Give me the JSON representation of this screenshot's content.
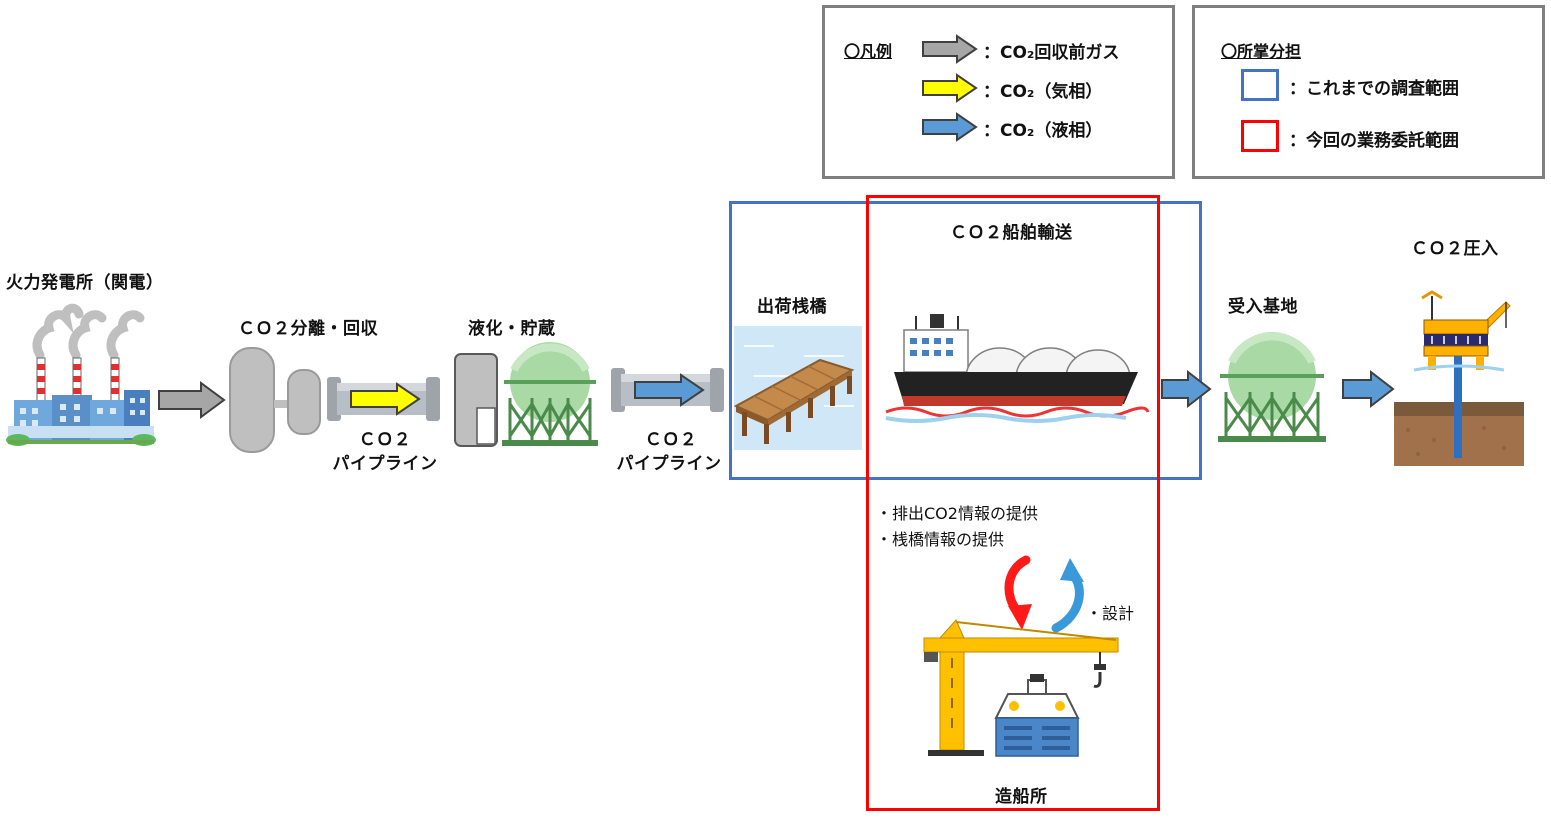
{
  "legend": {
    "header": "〇凡例",
    "items": [
      {
        "label": "：CO₂回収前ガス",
        "color": "#a6a6a6"
      },
      {
        "label": "：CO₂（気相）",
        "color": "#ffff00"
      },
      {
        "label": "：CO₂（液相）",
        "color": "#5b9bd5"
      }
    ]
  },
  "responsibility": {
    "header": "〇所掌分担",
    "items": [
      {
        "label": "：これまでの調査範囲",
        "color": "#4472c4"
      },
      {
        "label": "：今回の業務委託範囲",
        "color": "#ff0000"
      }
    ]
  },
  "flow": {
    "power_plant": "火力発電所（関電）",
    "separation": "ＣＯ２分離・回収",
    "pipeline1_line1": "ＣＯ２",
    "pipeline1_line2": "パイプライン",
    "liquefaction": "液化・貯蔵",
    "pipeline2_line1": "ＣＯ２",
    "pipeline2_line2": "パイプライン",
    "pier": "出荷桟橋",
    "ship_transport": "ＣＯ２船舶輸送",
    "receiving": "受入基地",
    "injection": "ＣＯ２圧入",
    "shipyard": "造船所"
  },
  "notes": {
    "info1": "・排出CO2情報の提供",
    "info2": "・桟橋情報の提供",
    "design": "・設計"
  }
}
